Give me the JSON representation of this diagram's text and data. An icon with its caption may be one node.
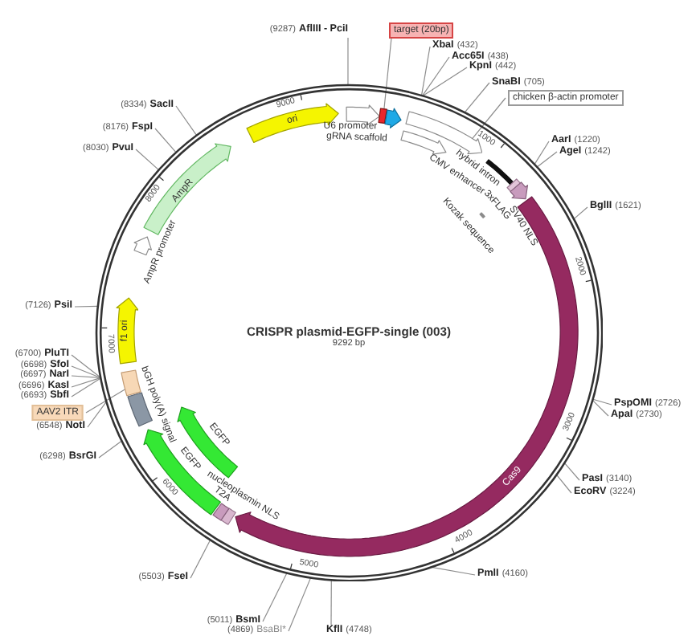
{
  "diagram": {
    "title": "CRISPR plasmid-EGFP-single (003)",
    "nodes": [
      {
        "text": [],
        "shape": "circle"
      },
      {
        "text": [
          "(9287)",
          "AflIII - PciI"
        ]
      },
      {
        "text": [
          "target (20bp)"
        ]
      },
      {
        "text": [
          "XbaI",
          "(432)"
        ]
      },
      {
        "text": [
          "Acc65I",
          "(438)"
        ]
      },
      {
        "text": [
          "KpnI",
          "(442)"
        ]
      },
      {
        "text": [
          "SnaBI",
          "(705)"
        ]
      },
      {
        "text": [
          "chicken β-actin promoter"
        ]
      },
      {
        "text": [
          "ori"
        ],
        "in": 0
      },
      {
        "text": [],
        "shape": "arrow",
        "in": 0,
        "beside": [
          "U6 promoter"
        ]
      },
      {
        "text": [],
        "shape": "box",
        "in": 0
      },
      {
        "text": [],
        "shape": "arrow",
        "in": 0,
        "beside": [
          "gRNA scaffold"
        ]
      },
      {
        "text": [],
        "shape": "arrow",
        "in": 0
      },
      {
        "text": [],
        "shape": "arrow",
        "in": 0,
        "beside": [
          "CMV enhancer"
        ]
      },
      {
        "text": [],
        "shape": "bar",
        "in": 0,
        "beside": [
          "hybrid intron"
        ]
      },
      {
        "text": [],
        "shape": "bar",
        "in": 0,
        "beside": [
          "Kozak sequence"
        ]
      },
      {
        "text": [],
        "shape": "box",
        "in": 0,
        "beside": [
          "3xFLAG"
        ]
      },
      {
        "text": [],
        "shape": "arrow",
        "in": 0
      },
      {
        "text": [
          "AarI",
          "(1220)"
        ]
      },
      {
        "text": [
          "AgeI",
          "(1242)"
        ]
      },
      {
        "text": [
          "BglII",
          "(1621)"
        ]
      },
      {
        "text": [
          "Cas9"
        ],
        "in": 0
      },
      {
        "text": [
          "PspOMI",
          "(2726)"
        ]
      },
      {
        "text": [
          "ApaI",
          "(2730)"
        ]
      },
      {
        "text": [
          "PasI",
          "(3140)"
        ]
      },
      {
        "text": [
          "EcoRV",
          "(3224)"
        ]
      },
      {
        "text": [
          "PmlI",
          "(4160)"
        ]
      },
      {
        "text": [
          "KflI",
          "(4748)"
        ]
      },
      {
        "text": [
          "(4869)",
          "BsaBI*"
        ]
      },
      {
        "text": [
          "(5011)",
          "BsmI"
        ]
      },
      {
        "text": [
          "(5503)",
          "FseI"
        ]
      },
      {
        "text": [],
        "shape": "box",
        "in": 0
      },
      {
        "text": [],
        "shape": "box",
        "in": 0,
        "beside": [
          "nucleoplasmin NLS"
        ]
      },
      {
        "text": [],
        "shape": "arrow",
        "in": 0,
        "beside": [
          "EGFP"
        ]
      },
      {
        "text": [],
        "shape": "arrow",
        "in": 0,
        "beside": [
          "EGFP"
        ]
      },
      {
        "text": [
          "(6298)",
          "BsrGI"
        ]
      },
      {
        "text": [],
        "shape": "box",
        "in": 0,
        "beside": [
          "bGH poly(A) signal"
        ]
      },
      {
        "text": [],
        "shape": "box",
        "in": 0
      },
      {
        "text": [
          "(6548)",
          "NotI"
        ]
      },
      {
        "text": [
          "AAV2 ITR"
        ]
      },
      {
        "text": [
          "(6700)",
          "PluTI"
        ]
      },
      {
        "text": [
          "(6698)",
          "SfoI"
        ]
      },
      {
        "text": [
          "(6697)",
          "NarI"
        ]
      },
      {
        "text": [
          "(6696)",
          "KasI"
        ]
      },
      {
        "text": [
          "(6693)",
          "SbfI"
        ]
      },
      {
        "text": [
          "f1 ori"
        ],
        "in": 0
      },
      {
        "text": [
          "(7126)",
          "PsiI"
        ]
      },
      {
        "text": [],
        "shape": "arrow",
        "in": 0,
        "beside": [
          "AmpR promoter"
        ]
      },
      {
        "text": [
          "AmpR"
        ],
        "in": 0
      },
      {
        "text": [
          "(8030)",
          "PvuI"
        ]
      },
      {
        "text": [
          "(8176)",
          "FspI"
        ]
      },
      {
        "text": [
          "(8334)",
          "SacII"
        ]
      }
    ],
    "edges": [
      {
        "from": 1,
        "to": 0,
        "arrow": "none"
      },
      {
        "from": 2,
        "to": 10,
        "arrow": "none"
      },
      {
        "from": 3,
        "to": 0,
        "arrow": "none"
      },
      {
        "from": 4,
        "to": 0,
        "arrow": "none"
      },
      {
        "from": 5,
        "to": 0,
        "arrow": "none"
      },
      {
        "from": 6,
        "to": 0,
        "arrow": "none"
      },
      {
        "from": 7,
        "to": 12,
        "arrow": "none"
      },
      {
        "from": 18,
        "to": 0,
        "arrow": "none"
      },
      {
        "from": 19,
        "to": 0,
        "arrow": "none"
      },
      {
        "from": 20,
        "to": 0,
        "arrow": "none"
      },
      {
        "from": 22,
        "to": 0,
        "arrow": "none"
      },
      {
        "from": 23,
        "to": 0,
        "arrow": "none"
      },
      {
        "from": 24,
        "to": 0,
        "arrow": "none"
      },
      {
        "from": 25,
        "to": 0,
        "arrow": "none"
      },
      {
        "from": 26,
        "to": 0,
        "arrow": "none"
      },
      {
        "from": 27,
        "to": 0,
        "arrow": "none"
      },
      {
        "from": 28,
        "to": 0,
        "arrow": "none"
      },
      {
        "from": 29,
        "to": 0,
        "arrow": "none"
      },
      {
        "from": 30,
        "to": 0,
        "arrow": "none"
      },
      {
        "from": 35,
        "to": 0,
        "arrow": "none"
      },
      {
        "from": 38,
        "to": 0,
        "arrow": "none"
      },
      {
        "from": 39,
        "to": 37,
        "arrow": "none"
      },
      {
        "from": 40,
        "to": 0,
        "arrow": "none"
      },
      {
        "from": 41,
        "to": 0,
        "arrow": "none"
      },
      {
        "from": 42,
        "to": 0,
        "arrow": "none"
      },
      {
        "from": 43,
        "to": 0,
        "arrow": "none"
      },
      {
        "from": 44,
        "to": 0,
        "arrow": "none"
      },
      {
        "from": 46,
        "to": 0,
        "arrow": "none"
      },
      {
        "from": 49,
        "to": 0,
        "arrow": "none"
      },
      {
        "from": 50,
        "to": 0,
        "arrow": "none"
      },
      {
        "from": 51,
        "to": 0,
        "arrow": "none"
      }
    ],
    "labels": [
      "9000",
      "1000",
      "8000",
      "SV40 NLS",
      "2000",
      "9292 bp",
      "7000",
      "3000",
      "6000",
      "T2A",
      "4000",
      "5000"
    ]
  }
}
